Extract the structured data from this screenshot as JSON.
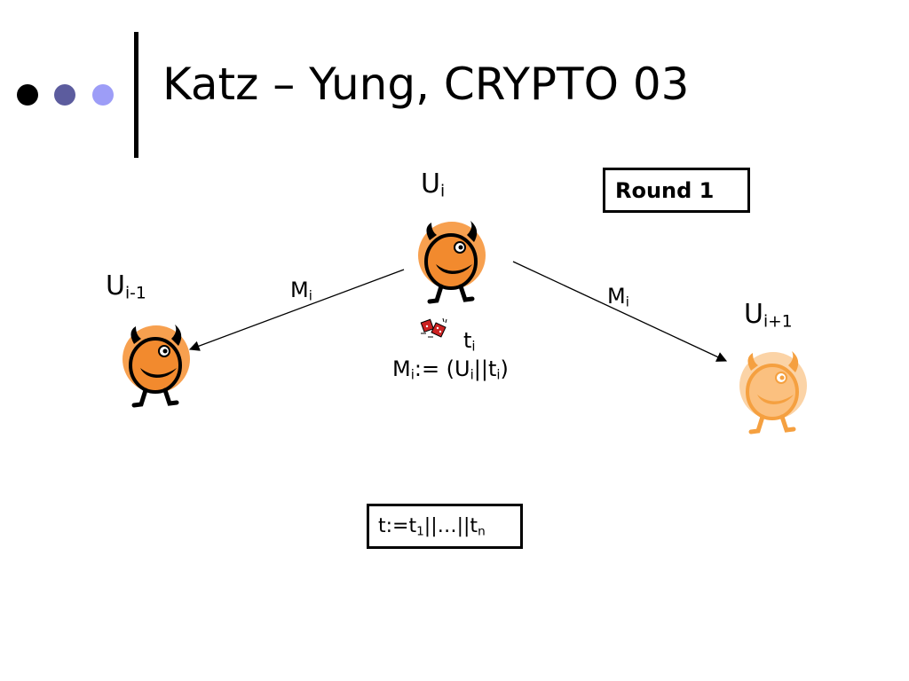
{
  "slide": {
    "title": "Katz – Yung, CRYPTO 03",
    "bullets_colors": [
      "#000000",
      "#5c5c9e",
      "#9d9df7"
    ]
  },
  "diagram": {
    "round_box": "Round 1",
    "users": {
      "center": {
        "name": "U",
        "sub": "i"
      },
      "left": {
        "name": "U",
        "sub": "i-1"
      },
      "right": {
        "name": "U",
        "sub": "i+1"
      }
    },
    "message_left": {
      "name": "M",
      "sub": "i"
    },
    "message_right": {
      "name": "M",
      "sub": "i"
    },
    "token": {
      "name": "t",
      "sub": "i"
    },
    "definition": {
      "m": "M",
      "m_sub": "i",
      "assign": ":= (",
      "u": "U",
      "u_sub": "i",
      "concat": "||",
      "t": "t",
      "t_sub": "i",
      "close": ")"
    },
    "formula": {
      "lead": "t:=t",
      "sub1": "1",
      "mid": "||…||t",
      "subn": "n"
    }
  }
}
